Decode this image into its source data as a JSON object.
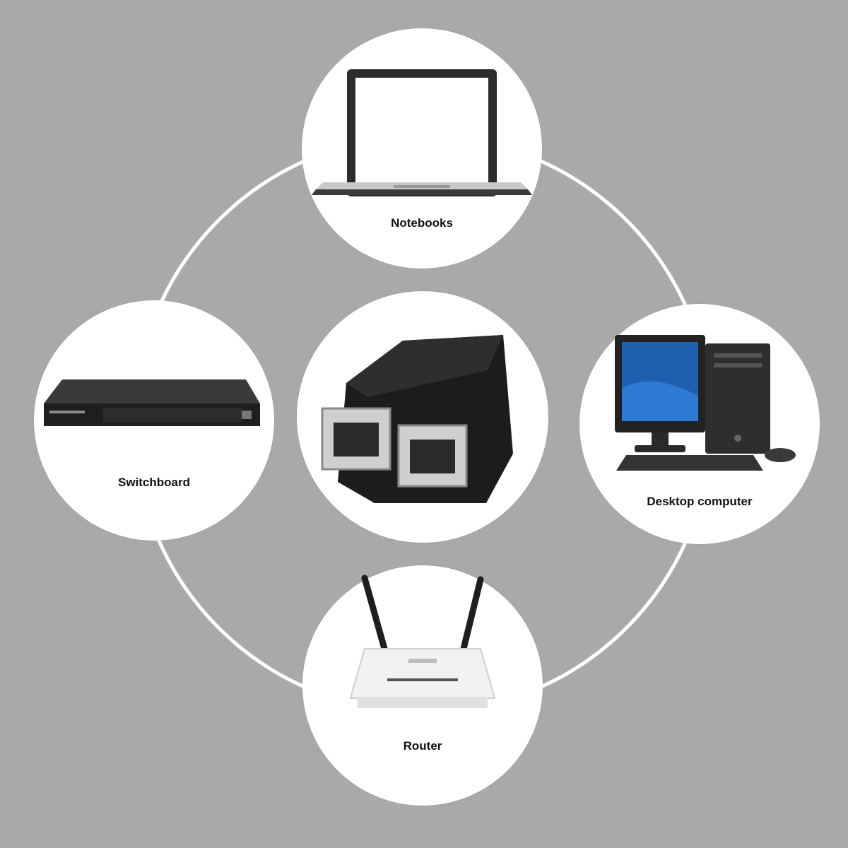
{
  "diagram": {
    "center": {
      "name": "rj45-splitter",
      "label": ""
    },
    "nodes": [
      {
        "id": "notebooks",
        "label": "Notebooks"
      },
      {
        "id": "desktop",
        "label": "Desktop computer"
      },
      {
        "id": "router",
        "label": "Router"
      },
      {
        "id": "switchboard",
        "label": "Switchboard"
      }
    ],
    "colors": {
      "background": "#a9a9a9",
      "ring": "#ffffff",
      "node": "#ffffff"
    }
  }
}
